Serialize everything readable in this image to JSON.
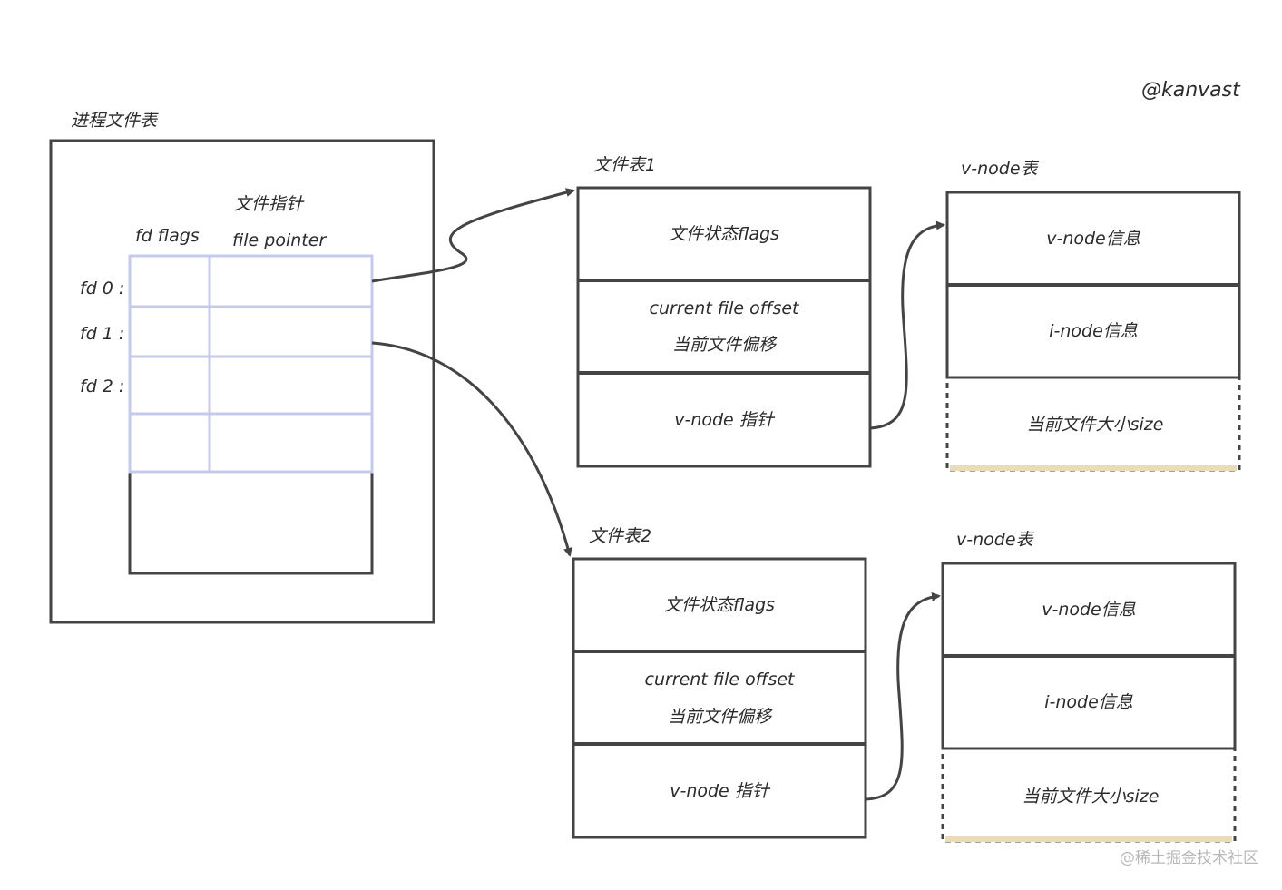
{
  "author": "@kanvast",
  "watermark": "@稀土掘金技术社区",
  "process_table": {
    "title": "进程文件表",
    "col_flags": "fd flags",
    "col_pointer_cn": "文件指针",
    "col_pointer_en": "file pointer",
    "rows": [
      "fd 0 :",
      "fd 1 :",
      "fd 2 :"
    ]
  },
  "file_table_1": {
    "title": "文件表1",
    "status_flags": "文件状态flags",
    "offset_en": "current file offset",
    "offset_cn": "当前文件偏移",
    "vnode_ptr": "v-node 指针"
  },
  "file_table_2": {
    "title": "文件表2",
    "status_flags": "文件状态flags",
    "offset_en": "current file offset",
    "offset_cn": "当前文件偏移",
    "vnode_ptr": "v-node 指针"
  },
  "vnode_table_1": {
    "title": "v-node表",
    "vnode_info": "v-node信息",
    "inode_info": "i-node信息",
    "size": "当前文件大小size"
  },
  "vnode_table_2": {
    "title": "v-node表",
    "vnode_info": "v-node信息",
    "inode_info": "i-node信息",
    "size": "当前文件大小size"
  },
  "colors": {
    "stroke": "#444444",
    "grid": "#c5c9ef",
    "size_underline": "#ecdcb4"
  }
}
